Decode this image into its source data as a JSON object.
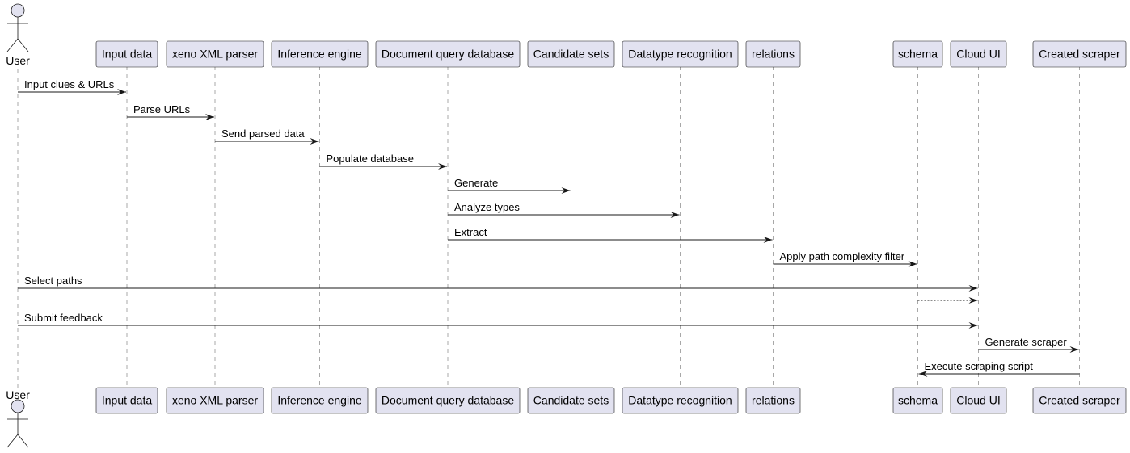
{
  "diagram": {
    "type": "sequence",
    "participants": [
      {
        "id": "user",
        "label": "User",
        "kind": "actor"
      },
      {
        "id": "input",
        "label": "Input data",
        "kind": "participant"
      },
      {
        "id": "xeno",
        "label": "xeno XML parser",
        "kind": "participant"
      },
      {
        "id": "inference",
        "label": "Inference engine",
        "kind": "participant"
      },
      {
        "id": "docdb",
        "label": "Document query database",
        "kind": "participant"
      },
      {
        "id": "candidate",
        "label": "Candidate sets",
        "kind": "participant"
      },
      {
        "id": "datatype",
        "label": "Datatype recognition",
        "kind": "participant"
      },
      {
        "id": "relations",
        "label": "relations",
        "kind": "participant"
      },
      {
        "id": "schema",
        "label": "schema",
        "kind": "participant"
      },
      {
        "id": "cloudui",
        "label": "Cloud UI",
        "kind": "participant"
      },
      {
        "id": "scraper",
        "label": "Created scraper",
        "kind": "participant"
      }
    ],
    "messages": [
      {
        "from": "user",
        "to": "input",
        "label": "Input clues & URLs",
        "style": "solid"
      },
      {
        "from": "input",
        "to": "xeno",
        "label": "Parse URLs",
        "style": "solid"
      },
      {
        "from": "xeno",
        "to": "inference",
        "label": "Send parsed data",
        "style": "solid"
      },
      {
        "from": "inference",
        "to": "docdb",
        "label": "Populate database",
        "style": "solid"
      },
      {
        "from": "docdb",
        "to": "candidate",
        "label": "Generate",
        "style": "solid"
      },
      {
        "from": "docdb",
        "to": "datatype",
        "label": "Analyze types",
        "style": "solid"
      },
      {
        "from": "docdb",
        "to": "relations",
        "label": "Extract",
        "style": "solid"
      },
      {
        "from": "relations",
        "to": "schema",
        "label": "Apply path complexity filter",
        "style": "solid"
      },
      {
        "from": "user",
        "to": "cloudui",
        "label": "Select paths",
        "style": "solid"
      },
      {
        "from": "schema",
        "to": "cloudui",
        "label": "",
        "style": "dashed"
      },
      {
        "from": "user",
        "to": "cloudui",
        "label": "Submit feedback",
        "style": "solid"
      },
      {
        "from": "cloudui",
        "to": "scraper",
        "label": "Generate scraper",
        "style": "solid"
      },
      {
        "from": "scraper",
        "to": "schema",
        "label": "Execute scraping script",
        "style": "solid"
      }
    ]
  }
}
